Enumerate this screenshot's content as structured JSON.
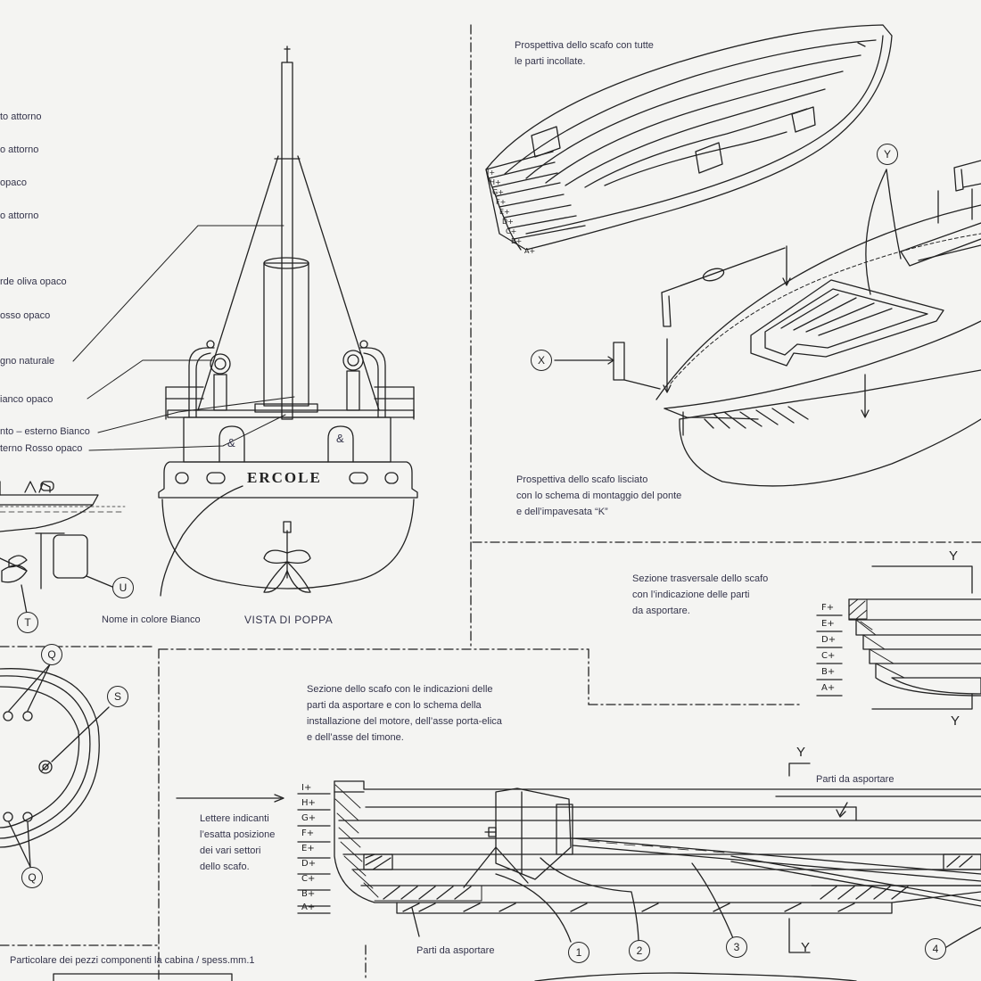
{
  "color_legend": [
    "to attorno",
    "o attorno",
    "opaco",
    "o attorno",
    "rde oliva opaco",
    "osso opaco",
    "gno naturale",
    "ianco opaco",
    "nto – esterno Bianco",
    "terno Rosso opaco"
  ],
  "stern_view": {
    "boat_name": "ERCOLE",
    "ampersand": "&",
    "caption": "VISTA DI POPPA",
    "name_note": "Nome in colore Bianco"
  },
  "callouts": {
    "T": "T",
    "U": "U",
    "X": "X",
    "Y": "Y",
    "Q": "Q",
    "S": "S",
    "n1": "1",
    "n2": "2",
    "n3": "3",
    "n4": "4"
  },
  "perspective_glued": {
    "line1": "Prospettiva dello scafo con tutte",
    "line2": "le parti incollate."
  },
  "perspective_smoothed": {
    "line1": "Prospettiva dello scafo lisciato",
    "line2": "con lo schema di montaggio del ponte",
    "line3": "e dell’impavesata “K”"
  },
  "transverse_section": {
    "line1": "Sezione trasversale dello scafo",
    "line2": "con l’indicazione delle parti",
    "line3": "da asportare."
  },
  "hull_section": {
    "line1": "Sezione dello scafo con le indicazioni delle",
    "line2": "parti da asportare e con lo schema della",
    "line3": "installazione del motore, dell’asse porta-elica",
    "line4": "e dell’asse del timone."
  },
  "letters_note": {
    "line1": "Lettere indicanti",
    "line2": "l’esatta posizione",
    "line3": "dei vari settori",
    "line4": "dello scafo."
  },
  "parts_remove_top": "Parti da asportare",
  "parts_remove_bottom": "Parti da asportare",
  "cabin_detail": "Particolare dei pezzi componenti la cabina / spess.mm.1",
  "layer_letters_long": [
    "I+",
    "H+",
    "G+",
    "F+",
    "E+",
    "D+",
    "C+",
    "B+",
    "A+"
  ],
  "layer_letters_short": [
    "F+",
    "E+",
    "D+",
    "C+",
    "B+",
    "A+"
  ]
}
